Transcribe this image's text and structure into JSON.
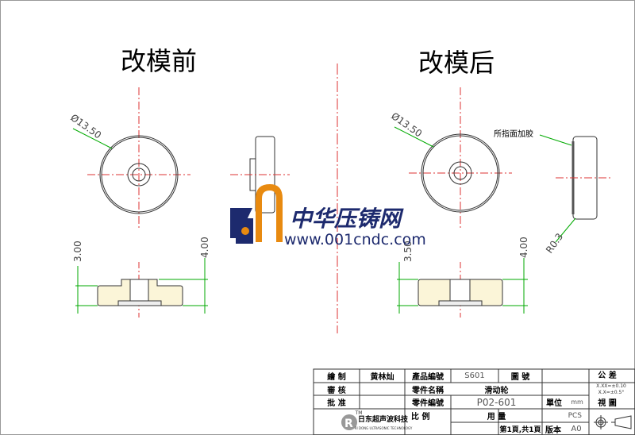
{
  "titles": {
    "before": "改模前",
    "after": "改模后"
  },
  "dims": {
    "left_dia": "Ø13.50",
    "left_h1": "3.00",
    "left_h2": "4.00",
    "right_dia": "Ø13.50",
    "right_h1": "3.50",
    "right_h2": "4.00",
    "radius": "R0.3",
    "glue_note": "所指面加胶"
  },
  "watermark": {
    "logo_text": "中华压铸网",
    "url": "www.001cndc.com"
  },
  "title_block": {
    "drawn_label": "繪 制",
    "drawn_by": "黄林灿",
    "product_no_label": "產品編號",
    "product_no": "S601",
    "drawing_no_label": "圖 號",
    "tolerance_label": "公 差",
    "tol1": "X.XX=±0.10",
    "tol2": "X.X=±0.5°",
    "review_label": "審 核",
    "part_name_label": "零件名稱",
    "part_name": "滑动轮",
    "approve_label": "批 准",
    "part_no_label": "零件編號",
    "part_no": "P02-601",
    "unit_label": "單位",
    "unit": "mm",
    "view_label": "視 圖",
    "company_cn": "日东超声波科技",
    "company_en": "RI DONG ULTRASONIC TECHNOLOGY",
    "tm": "TM",
    "scale_label": "比 例",
    "qty_label": "用 量",
    "qty_unit": "PCS",
    "page": "第1頁,共1頁",
    "version_label": "版本",
    "version": "A0"
  }
}
